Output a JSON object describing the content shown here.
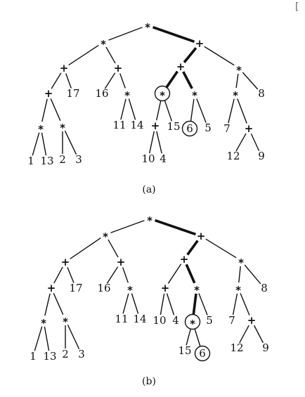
{
  "corner_mark": "[",
  "trees": [
    {
      "caption": "(a)",
      "nodes": [
        {
          "id": "r",
          "label": "*"
        },
        {
          "id": "L",
          "label": "*"
        },
        {
          "id": "R",
          "label": "+"
        },
        {
          "id": "LL",
          "label": "+"
        },
        {
          "id": "LR",
          "label": "+"
        },
        {
          "id": "LLL",
          "label": "+"
        },
        {
          "id": "n17",
          "label": "17"
        },
        {
          "id": "LLLa",
          "label": "*"
        },
        {
          "id": "LLLb",
          "label": "*"
        },
        {
          "id": "n1",
          "label": "1"
        },
        {
          "id": "n13",
          "label": "13"
        },
        {
          "id": "n2",
          "label": "2"
        },
        {
          "id": "n3",
          "label": "3"
        },
        {
          "id": "n16",
          "label": "16"
        },
        {
          "id": "LRm",
          "label": "*"
        },
        {
          "id": "n11",
          "label": "11"
        },
        {
          "id": "n14",
          "label": "14"
        },
        {
          "id": "RL",
          "label": "+"
        },
        {
          "id": "RR",
          "label": "*"
        },
        {
          "id": "RLa",
          "label": "*",
          "circled": true
        },
        {
          "id": "RLb",
          "label": "*"
        },
        {
          "id": "RLaa",
          "label": "+"
        },
        {
          "id": "n15",
          "label": "15"
        },
        {
          "id": "n10",
          "label": "10"
        },
        {
          "id": "n4",
          "label": "4"
        },
        {
          "id": "n6",
          "label": "6",
          "circled": true
        },
        {
          "id": "n5",
          "label": "5"
        },
        {
          "id": "RRL",
          "label": "*"
        },
        {
          "id": "n8",
          "label": "8"
        },
        {
          "id": "n7",
          "label": "7"
        },
        {
          "id": "RRLp",
          "label": "+"
        },
        {
          "id": "n12",
          "label": "12"
        },
        {
          "id": "n9",
          "label": "9"
        }
      ],
      "edges": [
        [
          "r",
          "L",
          false
        ],
        [
          "r",
          "R",
          true
        ],
        [
          "L",
          "LL",
          false
        ],
        [
          "L",
          "LR",
          false
        ],
        [
          "LL",
          "LLL",
          false
        ],
        [
          "LL",
          "n17",
          false
        ],
        [
          "LLL",
          "LLLa",
          false
        ],
        [
          "LLL",
          "LLLb",
          false
        ],
        [
          "LLLa",
          "n1",
          false
        ],
        [
          "LLLa",
          "n13",
          false
        ],
        [
          "LLLb",
          "n2",
          false
        ],
        [
          "LLLb",
          "n3",
          false
        ],
        [
          "LR",
          "n16",
          false
        ],
        [
          "LR",
          "LRm",
          false
        ],
        [
          "LRm",
          "n11",
          false
        ],
        [
          "LRm",
          "n14",
          false
        ],
        [
          "R",
          "RL",
          true
        ],
        [
          "R",
          "RR",
          false
        ],
        [
          "RL",
          "RLa",
          true
        ],
        [
          "RL",
          "RLb",
          true
        ],
        [
          "RLa",
          "RLaa",
          false
        ],
        [
          "RLa",
          "n15",
          false
        ],
        [
          "RLaa",
          "n10",
          false
        ],
        [
          "RLaa",
          "n4",
          false
        ],
        [
          "RLb",
          "n6",
          false
        ],
        [
          "RLb",
          "n5",
          false
        ],
        [
          "RR",
          "RRL",
          false
        ],
        [
          "RR",
          "n8",
          false
        ],
        [
          "RRL",
          "n7",
          false
        ],
        [
          "RRL",
          "RRLp",
          false
        ],
        [
          "RRLp",
          "n12",
          false
        ],
        [
          "RRLp",
          "n9",
          false
        ]
      ]
    },
    {
      "caption": "(b)",
      "nodes": [
        {
          "id": "r",
          "label": "*"
        },
        {
          "id": "L",
          "label": "*"
        },
        {
          "id": "R",
          "label": "+"
        },
        {
          "id": "LL",
          "label": "+"
        },
        {
          "id": "LR",
          "label": "+"
        },
        {
          "id": "LLL",
          "label": "+"
        },
        {
          "id": "n17",
          "label": "17"
        },
        {
          "id": "LLLa",
          "label": "*"
        },
        {
          "id": "LLLb",
          "label": "*"
        },
        {
          "id": "n1",
          "label": "1"
        },
        {
          "id": "n13",
          "label": "13"
        },
        {
          "id": "n2",
          "label": "2"
        },
        {
          "id": "n3",
          "label": "3"
        },
        {
          "id": "n16",
          "label": "16"
        },
        {
          "id": "LRm",
          "label": "*"
        },
        {
          "id": "n11",
          "label": "11"
        },
        {
          "id": "n14",
          "label": "14"
        },
        {
          "id": "RL",
          "label": "+"
        },
        {
          "id": "RR",
          "label": "*"
        },
        {
          "id": "RLa",
          "label": "+"
        },
        {
          "id": "RLb",
          "label": "*"
        },
        {
          "id": "n10",
          "label": "10"
        },
        {
          "id": "n4",
          "label": "4"
        },
        {
          "id": "RLbm",
          "label": "*",
          "circled": true
        },
        {
          "id": "n5",
          "label": "5"
        },
        {
          "id": "n15",
          "label": "15"
        },
        {
          "id": "n6",
          "label": "6",
          "circled": true
        },
        {
          "id": "RRL",
          "label": "*"
        },
        {
          "id": "n8",
          "label": "8"
        },
        {
          "id": "n7",
          "label": "7"
        },
        {
          "id": "RRLp",
          "label": "+"
        },
        {
          "id": "n12",
          "label": "12"
        },
        {
          "id": "n9",
          "label": "9"
        }
      ],
      "edges": [
        [
          "r",
          "L",
          false
        ],
        [
          "r",
          "R",
          true
        ],
        [
          "L",
          "LL",
          false
        ],
        [
          "L",
          "LR",
          false
        ],
        [
          "LL",
          "LLL",
          false
        ],
        [
          "LL",
          "n17",
          false
        ],
        [
          "LLL",
          "LLLa",
          false
        ],
        [
          "LLL",
          "LLLb",
          false
        ],
        [
          "LLLa",
          "n1",
          false
        ],
        [
          "LLLa",
          "n13",
          false
        ],
        [
          "LLLb",
          "n2",
          false
        ],
        [
          "LLLb",
          "n3",
          false
        ],
        [
          "LR",
          "n16",
          false
        ],
        [
          "LR",
          "LRm",
          false
        ],
        [
          "LRm",
          "n11",
          false
        ],
        [
          "LRm",
          "n14",
          false
        ],
        [
          "R",
          "RL",
          true
        ],
        [
          "R",
          "RR",
          false
        ],
        [
          "RL",
          "RLa",
          false
        ],
        [
          "RL",
          "RLb",
          true
        ],
        [
          "RLa",
          "n10",
          false
        ],
        [
          "RLa",
          "n4",
          false
        ],
        [
          "RLb",
          "RLbm",
          true
        ],
        [
          "RLb",
          "n5",
          false
        ],
        [
          "RLbm",
          "n15",
          false
        ],
        [
          "RLbm",
          "n6",
          false
        ],
        [
          "RR",
          "RRL",
          false
        ],
        [
          "RR",
          "n8",
          false
        ],
        [
          "RRL",
          "n7",
          false
        ],
        [
          "RRL",
          "RRLp",
          false
        ],
        [
          "RRLp",
          "n12",
          false
        ],
        [
          "RRLp",
          "n9",
          false
        ]
      ]
    }
  ]
}
